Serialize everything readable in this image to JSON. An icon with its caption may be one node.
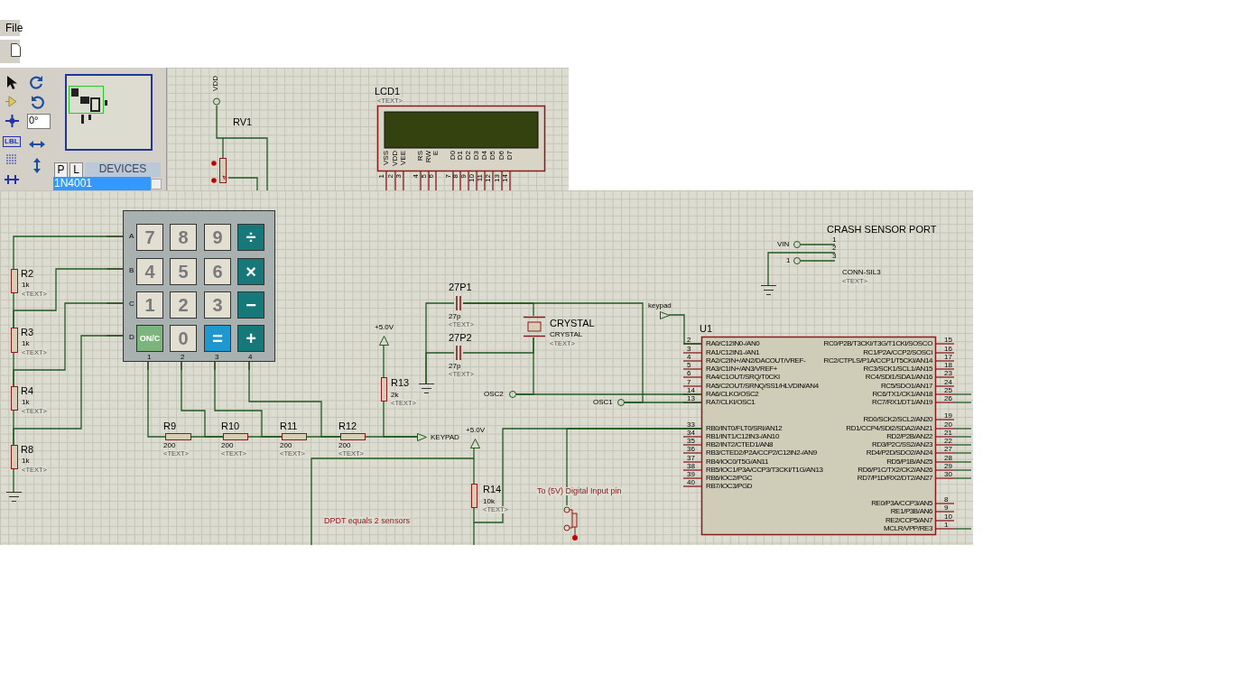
{
  "diagram": {
    "nodes": [
      {
        "text": [
          "VDD"
        ]
      },
      {
        "text": [
          "RV1"
        ]
      },
      {
        "text": [
          "LCD1",
          "VSS",
          "VDD",
          "VEE",
          "RS",
          "RW",
          "E",
          "D0",
          "D1",
          "D2",
          "D3",
          "D4",
          "D5",
          "D6",
          "D7",
          "<TEXT>"
        ]
      },
      {
        "text": [
          "A",
          "B",
          "C",
          "D",
          "1",
          "2",
          "3",
          "4"
        ]
      },
      {
        "text": [
          "7"
        ],
        "in": 3
      },
      {
        "text": [
          "8"
        ],
        "in": 3
      },
      {
        "text": [
          "9"
        ],
        "in": 3
      },
      {
        "text": [
          "÷"
        ],
        "in": 3
      },
      {
        "text": [
          "4"
        ],
        "in": 3
      },
      {
        "text": [
          "5"
        ],
        "in": 3
      },
      {
        "text": [
          "6"
        ],
        "in": 3
      },
      {
        "text": [
          "×"
        ],
        "in": 3
      },
      {
        "text": [
          "1"
        ],
        "in": 3
      },
      {
        "text": [
          "2"
        ],
        "in": 3
      },
      {
        "text": [
          "3"
        ],
        "in": 3
      },
      {
        "text": [
          "−"
        ],
        "in": 3
      },
      {
        "text": [
          "ON/C"
        ],
        "in": 3
      },
      {
        "text": [
          "0"
        ],
        "in": 3
      },
      {
        "text": [
          "="
        ],
        "in": 3
      },
      {
        "text": [
          "+"
        ],
        "in": 3
      },
      {
        "text": [
          "R2",
          "1k",
          "<TEXT>"
        ]
      },
      {
        "text": [
          "R3",
          "1k",
          "<TEXT>"
        ]
      },
      {
        "text": [
          "R4",
          "1k",
          "<TEXT>"
        ]
      },
      {
        "text": [
          "R8",
          "1k",
          "<TEXT>"
        ]
      },
      {
        "text": [],
        "shape": "ground"
      },
      {
        "text": [
          "R9",
          "200",
          "<TEXT>"
        ]
      },
      {
        "text": [
          "R10",
          "200",
          "<TEXT>"
        ]
      },
      {
        "text": [
          "R11",
          "200",
          "<TEXT>"
        ]
      },
      {
        "text": [
          "R12",
          "200",
          "<TEXT>"
        ]
      },
      {
        "text": [
          "R13",
          "2k",
          "<TEXT>"
        ]
      },
      {
        "text": [
          "+5.0V"
        ]
      },
      {
        "text": [
          "KEYPAD"
        ]
      },
      {
        "text": [
          "27P1",
          "27p",
          "<TEXT>"
        ]
      },
      {
        "text": [
          "27P2",
          "27p",
          "<TEXT>"
        ]
      },
      {
        "text": [
          "CRYSTAL",
          "CRYSTAL",
          "<TEXT>"
        ]
      },
      {
        "text": [],
        "shape": "ground"
      },
      {
        "text": [
          "OSC2"
        ]
      },
      {
        "text": [
          "OSC1"
        ]
      },
      {
        "text": [
          "keypad"
        ]
      },
      {
        "text": [
          "U1",
          "RA0/C12IN0-/AN0",
          "RA1/C12IN1-/AN1",
          "RA2/C2IN+/AN2/DACOUT/VREF-",
          "RA3/C1IN+/AN3/VREF+",
          "RA4/C1OUT/SRQ/T0CKI",
          "RA5/C2OUT/SRNQ/SS1/HLVDIN/AN4",
          "RA6/CLKO/OSC2",
          "RA7/CLKI/OSC1",
          "RB0/INT0/FLT0/SRI/AN12",
          "RB1/INT1/C12IN3-/AN10",
          "RB2/INT2/CTED1/AN8",
          "RB3/CTED2/P2A/CCP2/C12IN2-/AN9",
          "RB4/IOC0/T5G/AN11",
          "RB5/IOC1/P3A/CCP3/T3CKI/T1G/AN13",
          "RB6/IOC2/PGC",
          "RB7/IOC3/PGD",
          "RC0/P2B/T3CKI/T3G/T1CKI/SOSCO",
          "RC1/P2A/CCP2/SOSCI",
          "RC2/CTPLS/P1A/CCP1/T5CKI/AN14",
          "RC3/SCK1/SCL1/AN15",
          "RC4/SDI1/SDA1/AN16",
          "RC5/SDO1/AN17",
          "RC6/TX1/CK1/AN18",
          "RC7/RX1/DT1/AN19",
          "RD0/SCK2/SCL2/AN20",
          "RD1/CCP4/SDI2/SDA2/AN21",
          "RD2/P2B/AN22",
          "RD3/P2C/SS2/AN23",
          "RD4/P2D/SDO2/AN24",
          "RD5/P1B/AN25",
          "RD6/P1C/TX2/CK2/AN26",
          "RD7/P1D/RX2/DT2/AN27",
          "RE0/P3A/CCP3/AN5",
          "RE1/P3B/AN6",
          "RE2/CCP5/AN7",
          "MCLR/VPP/RE3"
        ]
      },
      {
        "text": [
          "+5.0V"
        ]
      },
      {
        "text": [
          "R14",
          "10k",
          "<TEXT>"
        ]
      },
      {
        "text": [],
        "shape": "switch"
      },
      {
        "text": [
          "CONN-SIL3",
          "<TEXT>"
        ]
      },
      {
        "text": [
          "VIN"
        ]
      },
      {
        "text": [
          "1"
        ]
      },
      {
        "text": [],
        "shape": "ground"
      }
    ],
    "edges": [
      {
        "from": 0,
        "to": 1,
        "arrow": "none"
      },
      {
        "from": 3,
        "to": 20,
        "arrow": "none"
      },
      {
        "from": 3,
        "to": 21,
        "arrow": "none"
      },
      {
        "from": 3,
        "to": 22,
        "arrow": "none"
      },
      {
        "from": 3,
        "to": 23,
        "arrow": "none"
      },
      {
        "from": 20,
        "to": 21,
        "arrow": "none"
      },
      {
        "from": 21,
        "to": 22,
        "arrow": "none"
      },
      {
        "from": 22,
        "to": 23,
        "arrow": "none"
      },
      {
        "from": 23,
        "to": 24,
        "arrow": "none"
      },
      {
        "from": 3,
        "to": 25,
        "arrow": "none"
      },
      {
        "from": 3,
        "to": 26,
        "arrow": "none"
      },
      {
        "from": 3,
        "to": 27,
        "arrow": "none"
      },
      {
        "from": 3,
        "to": 28,
        "arrow": "none"
      },
      {
        "from": 25,
        "to": 26,
        "arrow": "none"
      },
      {
        "from": 26,
        "to": 27,
        "arrow": "none"
      },
      {
        "from": 27,
        "to": 28,
        "arrow": "none"
      },
      {
        "from": 28,
        "to": 31,
        "arrow": "none"
      },
      {
        "from": 30,
        "to": 29,
        "arrow": "none"
      },
      {
        "from": 29,
        "to": 31,
        "arrow": "none"
      },
      {
        "from": 32,
        "to": 35,
        "arrow": "none"
      },
      {
        "from": 33,
        "to": 35,
        "arrow": "none"
      },
      {
        "from": 32,
        "to": 34,
        "arrow": "none"
      },
      {
        "from": 33,
        "to": 34,
        "arrow": "none"
      },
      {
        "from": 34,
        "to": 36,
        "arrow": "none"
      },
      {
        "from": 36,
        "to": 39,
        "arrow": "none"
      },
      {
        "from": 32,
        "to": 37,
        "arrow": "none"
      },
      {
        "from": 37,
        "to": 39,
        "arrow": "none"
      },
      {
        "from": 38,
        "to": 39,
        "arrow": "none"
      },
      {
        "from": 40,
        "to": 41,
        "arrow": "none"
      },
      {
        "from": 41,
        "to": 39,
        "arrow": "none"
      },
      {
        "from": 42,
        "to": 39,
        "arrow": "none"
      },
      {
        "from": 44,
        "to": 43,
        "arrow": "none"
      },
      {
        "from": 45,
        "to": 43,
        "arrow": "none"
      },
      {
        "from": 43,
        "to": 46,
        "arrow": "none"
      }
    ],
    "labels": [
      "File",
      "LBL",
      "0°",
      "P",
      "L",
      "DEVICES",
      "1N4001",
      "1",
      "2",
      "3",
      "4",
      "5",
      "6",
      "7",
      "8",
      "9",
      "10",
      "11",
      "12",
      "13",
      "14",
      "2",
      "3",
      "4",
      "5",
      "6",
      "7",
      "14",
      "13",
      "33",
      "34",
      "35",
      "36",
      "37",
      "38",
      "39",
      "40",
      "15",
      "16",
      "17",
      "18",
      "23",
      "24",
      "25",
      "26",
      "19",
      "20",
      "21",
      "22",
      "27",
      "28",
      "29",
      "30",
      "8",
      "9",
      "10",
      "1",
      "1",
      "2",
      "3",
      "To (5V) Digital Input pin",
      "DPDT equals 2 sensors",
      "CRASH SENSOR PORT"
    ]
  }
}
